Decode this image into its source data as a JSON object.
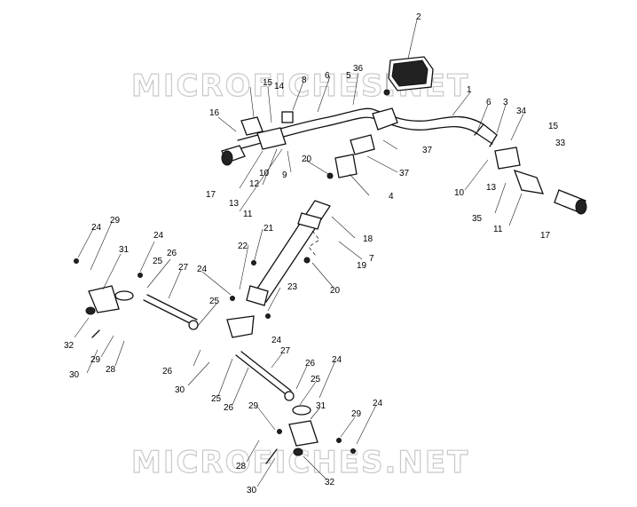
{
  "watermarks": [
    "MICROFICHES.NET",
    "MICROFICHES.NET"
  ],
  "callouts": [
    {
      "id": "c2",
      "text": "2"
    },
    {
      "id": "c36",
      "text": "36"
    },
    {
      "id": "c1",
      "text": "1"
    },
    {
      "id": "c6a",
      "text": "6"
    },
    {
      "id": "c5",
      "text": "5"
    },
    {
      "id": "c8",
      "text": "8"
    },
    {
      "id": "c15a",
      "text": "15"
    },
    {
      "id": "c14",
      "text": "14"
    },
    {
      "id": "c16",
      "text": "16"
    },
    {
      "id": "c6b",
      "text": "6"
    },
    {
      "id": "c3",
      "text": "3"
    },
    {
      "id": "c34",
      "text": "34"
    },
    {
      "id": "c15b",
      "text": "15"
    },
    {
      "id": "c33",
      "text": "33"
    },
    {
      "id": "c37a",
      "text": "37"
    },
    {
      "id": "c37b",
      "text": "37"
    },
    {
      "id": "c20a",
      "text": "20"
    },
    {
      "id": "c9",
      "text": "9"
    },
    {
      "id": "c17a",
      "text": "17"
    },
    {
      "id": "c13a",
      "text": "13"
    },
    {
      "id": "c12",
      "text": "12"
    },
    {
      "id": "c10a",
      "text": "10"
    },
    {
      "id": "c11a",
      "text": "11"
    },
    {
      "id": "c4",
      "text": "4"
    },
    {
      "id": "c10b",
      "text": "10"
    },
    {
      "id": "c13b",
      "text": "13"
    },
    {
      "id": "c35",
      "text": "35"
    },
    {
      "id": "c11b",
      "text": "11"
    },
    {
      "id": "c17b",
      "text": "17"
    },
    {
      "id": "c18",
      "text": "18"
    },
    {
      "id": "c7",
      "text": "7"
    },
    {
      "id": "c19",
      "text": "19"
    },
    {
      "id": "c20b",
      "text": "20"
    },
    {
      "id": "c21",
      "text": "21"
    },
    {
      "id": "c22",
      "text": "22"
    },
    {
      "id": "c23",
      "text": "23"
    },
    {
      "id": "c24a",
      "text": "24"
    },
    {
      "id": "c29a",
      "text": "29"
    },
    {
      "id": "c24b",
      "text": "24"
    },
    {
      "id": "c31a",
      "text": "31"
    },
    {
      "id": "c26a",
      "text": "26"
    },
    {
      "id": "c25a",
      "text": "25"
    },
    {
      "id": "c27a",
      "text": "27"
    },
    {
      "id": "c24c",
      "text": "24"
    },
    {
      "id": "c25b",
      "text": "25"
    },
    {
      "id": "c32a",
      "text": "32"
    },
    {
      "id": "c29b",
      "text": "29"
    },
    {
      "id": "c30a",
      "text": "30"
    },
    {
      "id": "c28a",
      "text": "28"
    },
    {
      "id": "c26b",
      "text": "26"
    },
    {
      "id": "c24d",
      "text": "24"
    },
    {
      "id": "c30b",
      "text": "30"
    },
    {
      "id": "c27b",
      "text": "27"
    },
    {
      "id": "c25c",
      "text": "25"
    },
    {
      "id": "c26c",
      "text": "26"
    },
    {
      "id": "c24e",
      "text": "24"
    },
    {
      "id": "c26d",
      "text": "26"
    },
    {
      "id": "c25d",
      "text": "25"
    },
    {
      "id": "c31b",
      "text": "31"
    },
    {
      "id": "c29c",
      "text": "29"
    },
    {
      "id": "c29d",
      "text": "29"
    },
    {
      "id": "c24f",
      "text": "24"
    },
    {
      "id": "c28b",
      "text": "28"
    },
    {
      "id": "c30c",
      "text": "30"
    },
    {
      "id": "c32b",
      "text": "32"
    }
  ]
}
